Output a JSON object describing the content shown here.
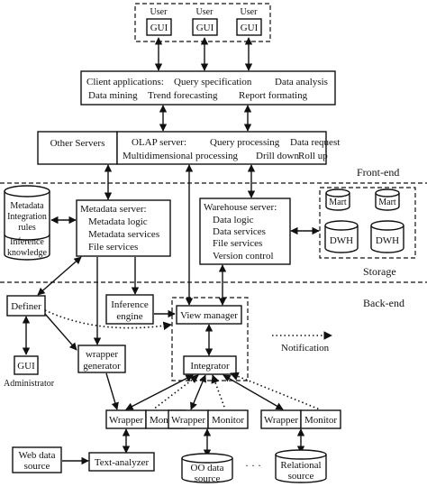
{
  "users": {
    "user_label": "User",
    "gui_label": "GUI"
  },
  "client_apps": {
    "line1_a": "Client applications:",
    "line1_b": "Query specification",
    "line1_c": "Data analysis",
    "line2_a": "Data mining",
    "line2_b": "Trend forecasting",
    "line2_c": "Report formating"
  },
  "servers": {
    "other": "Other Servers",
    "olap_l1_a": "OLAP server:",
    "olap_l1_b": "Query processing",
    "olap_l1_c": "Data request",
    "olap_l2_a": "Multidimensional processing",
    "olap_l2_b": "Drill down",
    "olap_l2_c": "Roll up"
  },
  "zones": {
    "front_end": "Front-end",
    "storage": "Storage",
    "back_end": "Back-end"
  },
  "metadata_store": {
    "l1": "Metadata",
    "l2": "Integration",
    "l3": "rules",
    "l4": "Inference",
    "l5": "knowledge"
  },
  "metadata_server": {
    "title": "Metadata server:",
    "item1": "Metadata logic",
    "item2": "Metadata services",
    "item3": "File services"
  },
  "warehouse_server": {
    "title": "Warehouse server:",
    "item1": "Data logic",
    "item2": "Data services",
    "item3": "File services",
    "item4": "Version control"
  },
  "storage_items": {
    "mart": "Mart",
    "dwh": "DWH"
  },
  "backend": {
    "definer": "Definer",
    "inference_l1": "Inference",
    "inference_l2": "engine",
    "view_manager": "View manager",
    "integrator": "Integrator",
    "wrapper_gen_l1": "wrapper",
    "wrapper_gen_l2": "generator",
    "admin_gui": "GUI",
    "administrator": "Administrator",
    "notification": "Notification",
    "wrapper": "Wrapper",
    "monitor": "Monitor",
    "web_l1": "Web data",
    "web_l2": "source",
    "text_analyzer": "Text-analyzer",
    "oo_l1": "OO data",
    "oo_l2": "source",
    "ellipsis": "· · ·",
    "rel_l1": "Relational",
    "rel_l2": "source"
  }
}
